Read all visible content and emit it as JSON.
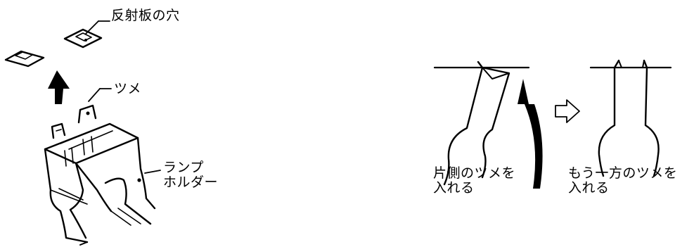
{
  "left_figure": {
    "label_reflector_hole": "反射板の穴",
    "label_claw": "ツメ",
    "label_lamp_holder": [
      "ランプ",
      "ホルダー"
    ]
  },
  "right_figure": {
    "step1_caption": [
      "片側のツメを",
      "入れる"
    ],
    "step2_caption": [
      "もう一方のツメを",
      "入れる"
    ]
  }
}
